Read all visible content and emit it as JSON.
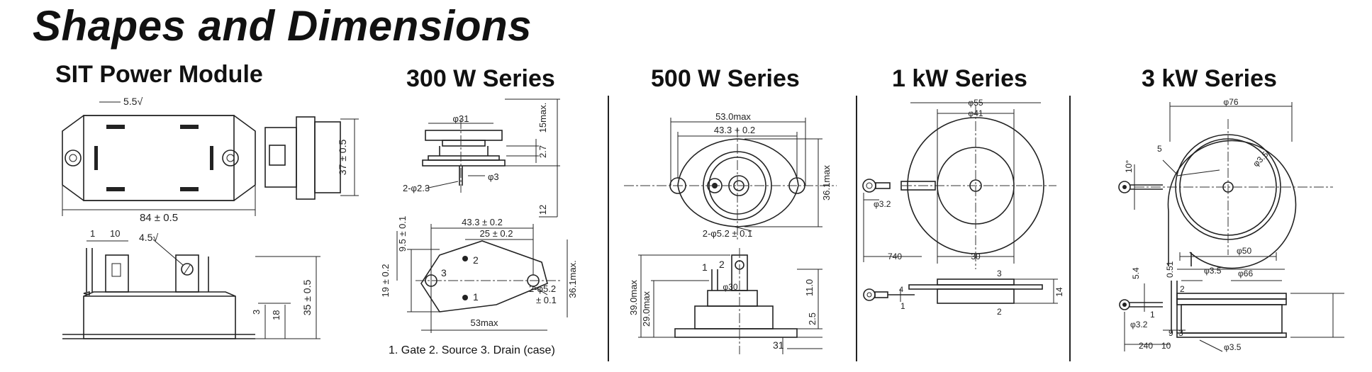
{
  "title": "Shapes and Dimensions",
  "sections": {
    "sit": "SIT Power Module",
    "w300": "300 W Series",
    "w500": "500 W Series",
    "kw1": "1 kW Series",
    "kw3": "3 kW Series"
  },
  "legend": "1. Gate   2. Source   3. Drain (case)",
  "dims": {
    "sit": [
      "5.5√",
      "37 ± 0.5",
      "84 ± 0.5",
      "1",
      "10",
      "4.5√",
      "3",
      "18",
      "35 ± 0.5"
    ],
    "w300": [
      "φ31",
      "15max.",
      "2.7",
      "φ3",
      "2-φ2.3",
      "12",
      "43.3 ± 0.2",
      "25 ± 0.2",
      "9.5 ± 0.1",
      "19 ± 0.2",
      "2",
      "3",
      "1",
      "2-φ5.2",
      "± 0.1",
      "36.1max.",
      "53max"
    ],
    "w500": [
      "53.0max",
      "43.3 + 0.2",
      "36.1max",
      "2-φ5.2 ± 0.1",
      "1",
      "2",
      "φ30",
      "11.0",
      "39.0max",
      "29.0max",
      "2.5",
      "31"
    ],
    "kw1": [
      "φ55",
      "φ41",
      "φ3.2",
      "740",
      "30",
      "4",
      "1",
      "3",
      "2",
      "14"
    ],
    "kw3": [
      "φ76",
      "5",
      "10°",
      "φ3.5",
      "φ50",
      "5.4",
      "0.51",
      "φ3.5",
      "φ66",
      "2",
      "1",
      "φ3.2",
      "9",
      "3",
      "240",
      "10",
      "φ3.5"
    ]
  }
}
